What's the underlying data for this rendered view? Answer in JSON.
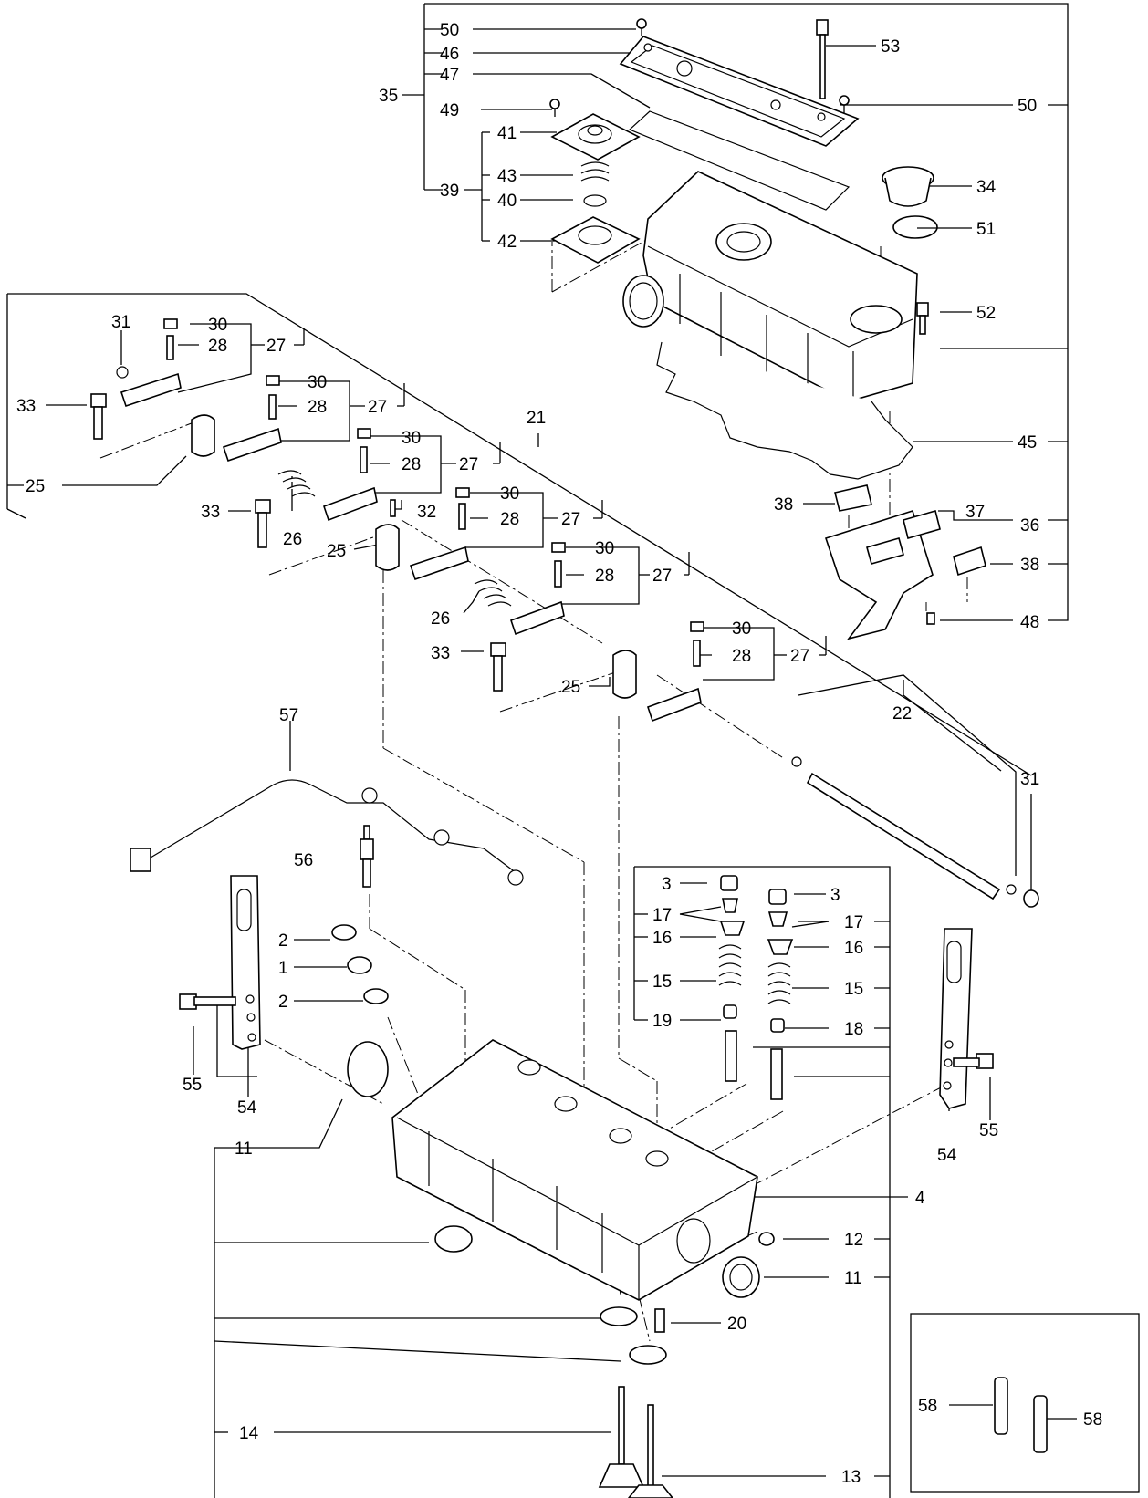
{
  "diagram": {
    "labels": [
      {
        "id": "l50a",
        "text": "50"
      },
      {
        "id": "l46",
        "text": "46"
      },
      {
        "id": "l47",
        "text": "47"
      },
      {
        "id": "l35",
        "text": "35"
      },
      {
        "id": "l49",
        "text": "49"
      },
      {
        "id": "l53",
        "text": "53"
      },
      {
        "id": "l50b",
        "text": "50"
      },
      {
        "id": "l41",
        "text": "41"
      },
      {
        "id": "l43",
        "text": "43"
      },
      {
        "id": "l39",
        "text": "39"
      },
      {
        "id": "l40",
        "text": "40"
      },
      {
        "id": "l42",
        "text": "42"
      },
      {
        "id": "l34",
        "text": "34"
      },
      {
        "id": "l51",
        "text": "51"
      },
      {
        "id": "l52",
        "text": "52"
      },
      {
        "id": "l45",
        "text": "45"
      },
      {
        "id": "l38a",
        "text": "38"
      },
      {
        "id": "l37",
        "text": "37"
      },
      {
        "id": "l36",
        "text": "36"
      },
      {
        "id": "l38b",
        "text": "38"
      },
      {
        "id": "l48",
        "text": "48"
      },
      {
        "id": "l31a",
        "text": "31"
      },
      {
        "id": "l30a",
        "text": "30"
      },
      {
        "id": "l28a",
        "text": "28"
      },
      {
        "id": "l27a",
        "text": "27"
      },
      {
        "id": "l33a",
        "text": "33"
      },
      {
        "id": "l30b",
        "text": "30"
      },
      {
        "id": "l28b",
        "text": "28"
      },
      {
        "id": "l27b",
        "text": "27"
      },
      {
        "id": "l21",
        "text": "21"
      },
      {
        "id": "l30c",
        "text": "30"
      },
      {
        "id": "l28c",
        "text": "28"
      },
      {
        "id": "l27c",
        "text": "27"
      },
      {
        "id": "l25a",
        "text": "25"
      },
      {
        "id": "l33b",
        "text": "33"
      },
      {
        "id": "l32",
        "text": "32"
      },
      {
        "id": "l30d",
        "text": "30"
      },
      {
        "id": "l28d",
        "text": "28"
      },
      {
        "id": "l27d",
        "text": "27"
      },
      {
        "id": "l26a",
        "text": "26"
      },
      {
        "id": "l25b",
        "text": "25"
      },
      {
        "id": "l30e",
        "text": "30"
      },
      {
        "id": "l28e",
        "text": "28"
      },
      {
        "id": "l27e",
        "text": "27"
      },
      {
        "id": "l26b",
        "text": "26"
      },
      {
        "id": "l33c",
        "text": "33"
      },
      {
        "id": "l30f",
        "text": "30"
      },
      {
        "id": "l28f",
        "text": "28"
      },
      {
        "id": "l27f",
        "text": "27"
      },
      {
        "id": "l25c",
        "text": "25"
      },
      {
        "id": "l22",
        "text": "22"
      },
      {
        "id": "l57",
        "text": "57"
      },
      {
        "id": "l31b",
        "text": "31"
      },
      {
        "id": "l56",
        "text": "56"
      },
      {
        "id": "l3a",
        "text": "3"
      },
      {
        "id": "l3b",
        "text": "3"
      },
      {
        "id": "l17a",
        "text": "17"
      },
      {
        "id": "l17b",
        "text": "17"
      },
      {
        "id": "l16a",
        "text": "16"
      },
      {
        "id": "l16b",
        "text": "16"
      },
      {
        "id": "l15a",
        "text": "15"
      },
      {
        "id": "l15b",
        "text": "15"
      },
      {
        "id": "l19",
        "text": "19"
      },
      {
        "id": "l18",
        "text": "18"
      },
      {
        "id": "l2a",
        "text": "2"
      },
      {
        "id": "l1",
        "text": "1"
      },
      {
        "id": "l2b",
        "text": "2"
      },
      {
        "id": "l55a",
        "text": "55"
      },
      {
        "id": "l54a",
        "text": "54"
      },
      {
        "id": "l11a",
        "text": "11"
      },
      {
        "id": "l4",
        "text": "4"
      },
      {
        "id": "l54b",
        "text": "54"
      },
      {
        "id": "l55b",
        "text": "55"
      },
      {
        "id": "l12",
        "text": "12"
      },
      {
        "id": "l11b",
        "text": "11"
      },
      {
        "id": "l20",
        "text": "20"
      },
      {
        "id": "l14",
        "text": "14"
      },
      {
        "id": "l13",
        "text": "13"
      },
      {
        "id": "l58a",
        "text": "58"
      },
      {
        "id": "l58b",
        "text": "58"
      }
    ]
  }
}
